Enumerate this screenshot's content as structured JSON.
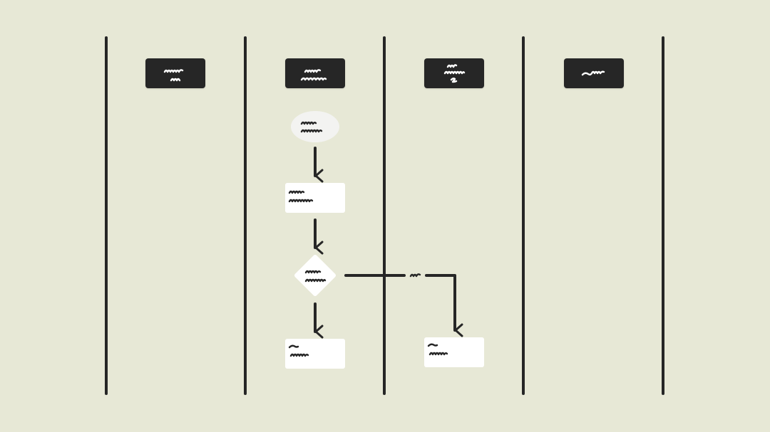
{
  "diagram": {
    "type": "swimlane-flowchart",
    "style": "scribble-placeholder-text",
    "colors": {
      "background": "#e7e8d6",
      "ink": "#262626",
      "header_fill": "#262626",
      "header_scribble": "#ffffff",
      "node_fill": "#ffffff",
      "start_fill": "#f3f3f1"
    },
    "lanes": [
      {
        "header_scribble": "scribble-two-lines"
      },
      {
        "header_scribble": "scribble-two-lines"
      },
      {
        "header_scribble": "scribble-three-lines"
      },
      {
        "header_scribble": "scribble-one-line"
      }
    ],
    "nodes": [
      {
        "id": "start",
        "shape": "ellipse",
        "lane": 2,
        "content": "scribble-two-lines"
      },
      {
        "id": "step-1",
        "shape": "rectangle",
        "lane": 2,
        "content": "scribble-two-lines"
      },
      {
        "id": "decision",
        "shape": "diamond",
        "lane": 2,
        "content": "scribble-two-lines"
      },
      {
        "id": "step-2",
        "shape": "rectangle",
        "lane": 2,
        "content": "scribble-two-lines"
      },
      {
        "id": "step-3",
        "shape": "rectangle",
        "lane": 3,
        "content": "scribble-two-lines"
      }
    ],
    "edges": [
      {
        "from": "start",
        "to": "step-1"
      },
      {
        "from": "step-1",
        "to": "decision"
      },
      {
        "from": "decision",
        "to": "step-2"
      },
      {
        "from": "decision",
        "to": "step-3",
        "label": "scribble-short"
      }
    ]
  }
}
